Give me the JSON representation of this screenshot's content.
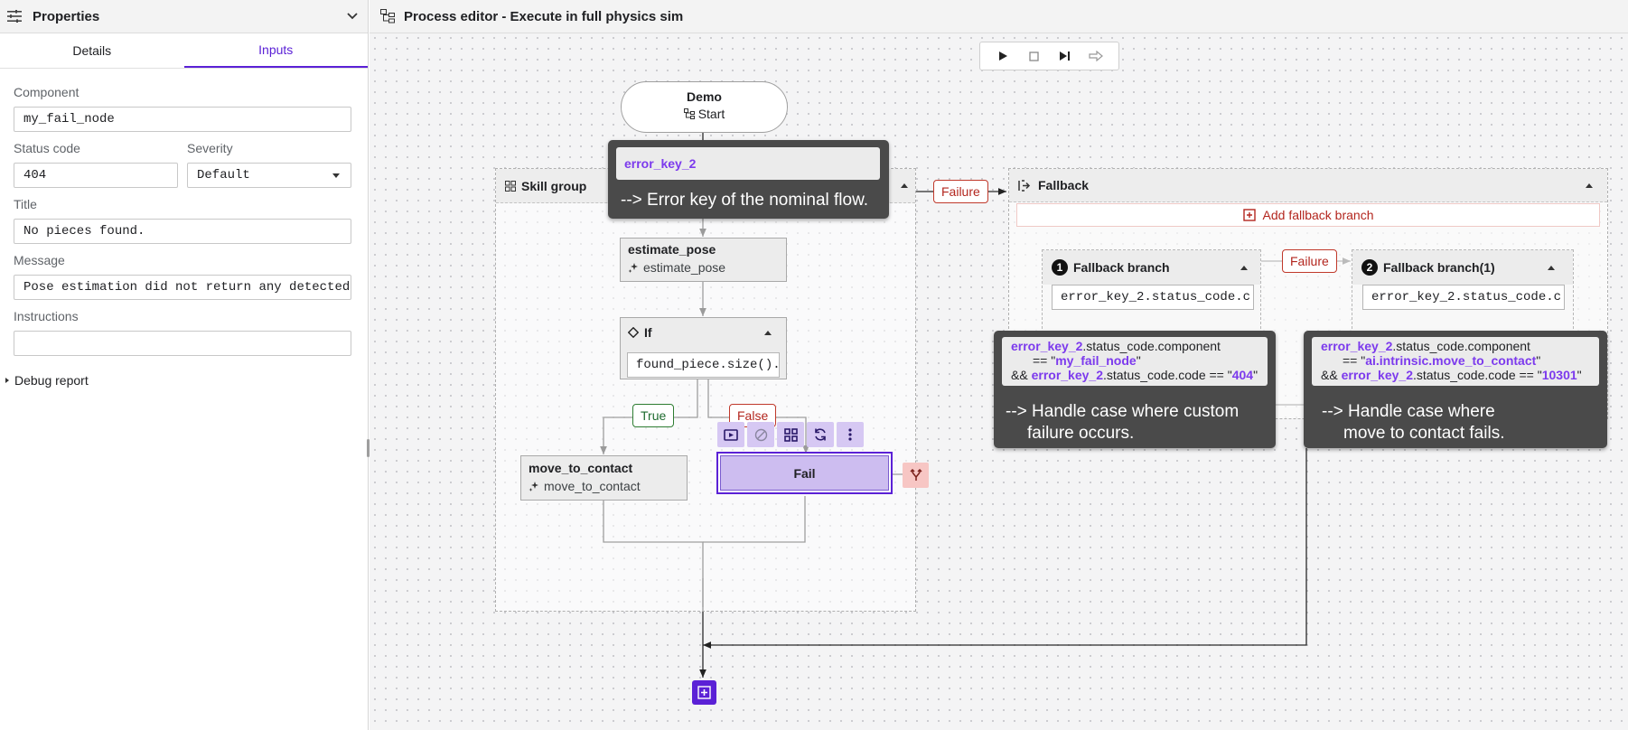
{
  "properties": {
    "title": "Properties",
    "tabs": [
      "Details",
      "Inputs"
    ],
    "active_tab": "Inputs",
    "component_label": "Component",
    "component_value": "my_fail_node",
    "status_code_label": "Status code",
    "status_code_value": "404",
    "severity_label": "Severity",
    "severity_value": "Default",
    "title_label": "Title",
    "title_value": "No pieces found.",
    "message_label": "Message",
    "message_value": "Pose estimation did not return any detected obje",
    "instructions_label": "Instructions",
    "instructions_value": "",
    "debug_label": "Debug report"
  },
  "canvas": {
    "title": "Process editor - Execute in full physics sim",
    "start_node": {
      "title": "Demo",
      "subtitle": "Start"
    },
    "skill_group": {
      "title": "Skill group"
    },
    "estimate_pose": {
      "title": "estimate_pose",
      "subtitle": "estimate_pose"
    },
    "if_node": {
      "title": "If",
      "condition": "found_piece.size()..."
    },
    "true_label": "True",
    "false_label": "False",
    "move_to_contact": {
      "title": "move_to_contact",
      "subtitle": "move_to_contact"
    },
    "fail_node": {
      "title": "Fail"
    },
    "failure_label": "Failure",
    "fallback": {
      "title": "Fallback",
      "add_branch": "Add fallback branch",
      "branches": [
        {
          "num": "1",
          "title": "Fallback branch",
          "condition": "error_key_2.status_code.c..."
        },
        {
          "num": "2",
          "title": "Fallback branch(1)",
          "condition": "error_key_2.status_code.c..."
        }
      ]
    }
  },
  "tooltips": {
    "error_key": {
      "key": "error_key_2",
      "note": "--> Error key of the nominal flow."
    },
    "branch1": {
      "line1a": "error_key_2",
      "line1b": ".status_code.component",
      "line2a": "== \"",
      "line2b": "my_fail_node",
      "line2c": "\"",
      "line3a": "&& ",
      "line3b": "error_key_2",
      "line3c": ".status_code.code == \"",
      "line3d": "404",
      "line3e": "\"",
      "note1": "--> Handle case where custom",
      "note2": "failure occurs."
    },
    "branch2": {
      "line1a": "error_key_2",
      "line1b": ".status_code.component",
      "line2a": "== \"",
      "line2b": "ai.intrinsic.move_to_contact",
      "line2c": "\"",
      "line3a": "&& ",
      "line3b": "error_key_2",
      "line3c": ".status_code.code == \"",
      "line3d": "10301",
      "line3e": "\"",
      "note1": "--> Handle case where",
      "note2": "move to contact fails."
    }
  },
  "colors": {
    "accent": "#5b21d6",
    "failure": "#b3261e",
    "success": "#1e6b2f",
    "tooltip_bg": "#4a4a4a",
    "highlight": "#7c3aed"
  }
}
